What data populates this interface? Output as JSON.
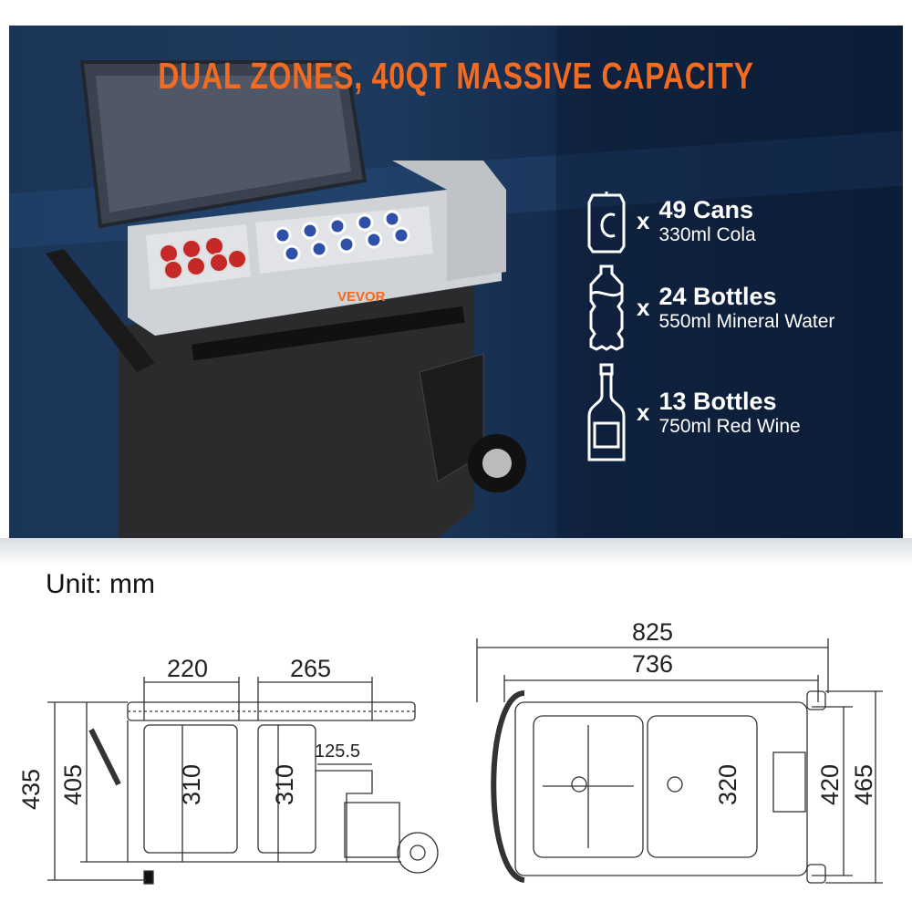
{
  "headline": "DUAL ZONES, 40QT MASSIVE CAPACITY",
  "brand": "VEVOR",
  "capacity": [
    {
      "icon": "can-icon",
      "multiplier": "x",
      "count": "49 Cans",
      "description": "330ml Cola"
    },
    {
      "icon": "water-bottle-icon",
      "multiplier": "x",
      "count": "24 Bottles",
      "description": "550ml Mineral Water"
    },
    {
      "icon": "wine-bottle-icon",
      "multiplier": "x",
      "count": "13 Bottles",
      "description": "750ml Red Wine"
    }
  ],
  "dimensions": {
    "unit_label": "Unit: mm",
    "side_view": {
      "zone1_width": "220",
      "zone2_width": "265",
      "total_height": "435",
      "body_height": "405",
      "zone1_depth": "310",
      "zone2_depth": "310",
      "step_width": "125.5"
    },
    "top_view": {
      "total_length": "825",
      "body_length": "736",
      "inner_width": "320",
      "body_width": "420",
      "total_width": "465"
    }
  },
  "colors": {
    "accent": "#f26b21",
    "background": "#1b3557"
  }
}
